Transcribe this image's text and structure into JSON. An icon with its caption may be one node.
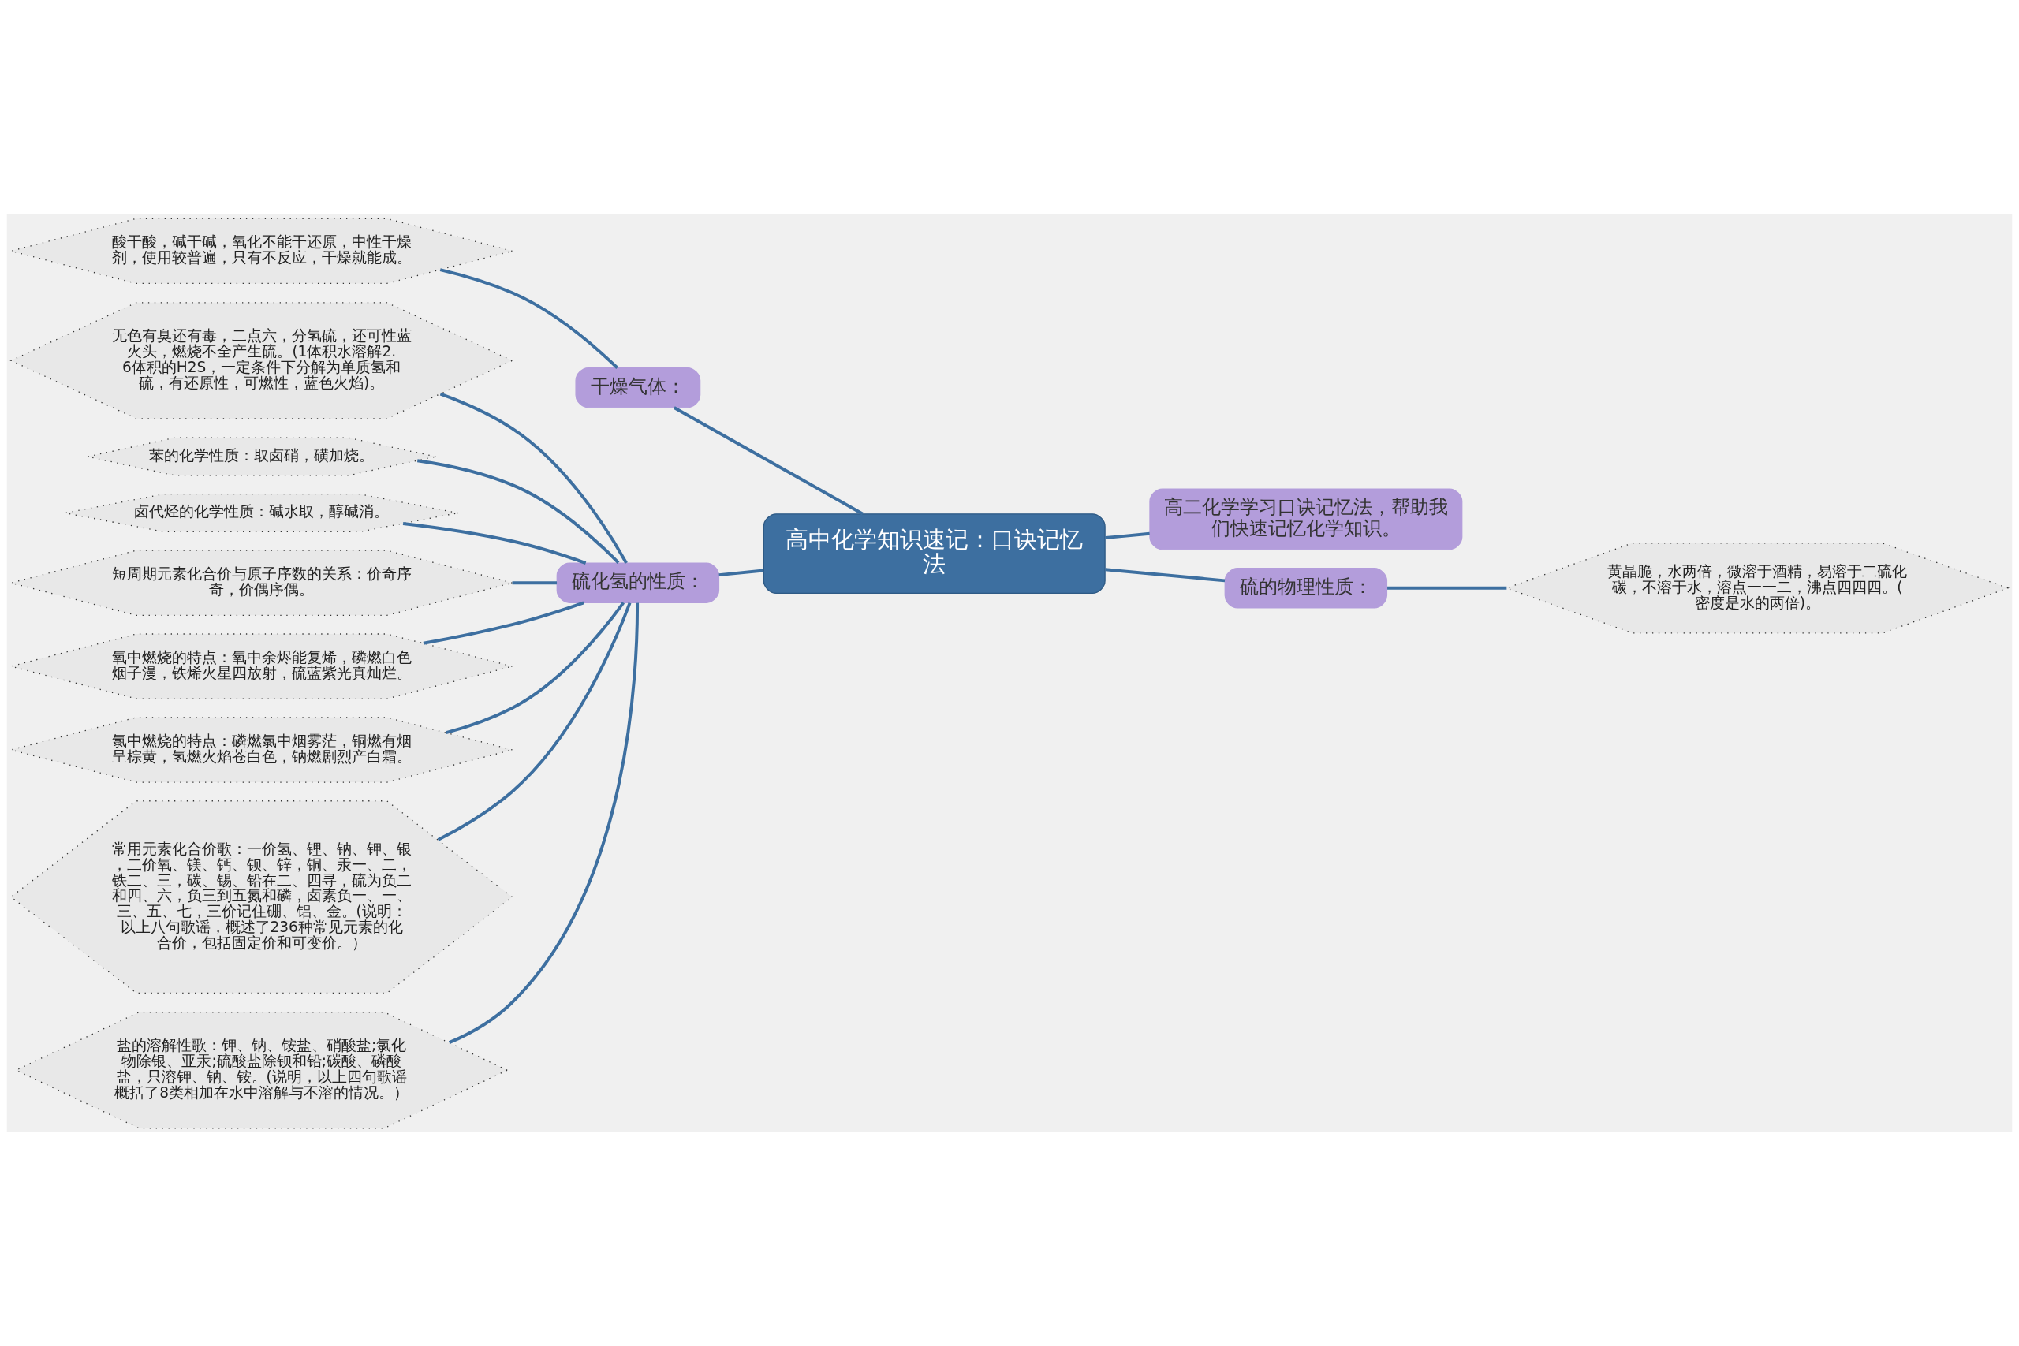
{
  "diagram": {
    "nodes": [
      {
        "text": [
          "高中化学知识速记：口诀记忆法"
        ]
      },
      {
        "text": [
          "干燥气体："
        ]
      },
      {
        "text": [
          "酸干酸，碱干碱，氧化不能干还原，中性干燥剂，使用较普遍，只有不反应，干燥就能成。"
        ]
      },
      {
        "text": [
          "硫化氢的性质："
        ]
      },
      {
        "text": [
          "无色有臭还有毒，二点六，分氢硫，还可性蓝火头，燃烧不全产生硫。(1体积水溶解2.6体积的H2S，一定条件下分解为单质氢和硫，有还原性，可燃性，蓝色火焰)。"
        ]
      },
      {
        "text": [
          "苯的化学性质：取卤硝，磺加烧。"
        ]
      },
      {
        "text": [
          "卤代烃的化学性质：碱水取，醇碱消。"
        ]
      },
      {
        "text": [
          "短周期元素化合价与原子序数的关系：价奇序奇，价偶序偶。"
        ]
      },
      {
        "text": [
          "氧中燃烧的特点：氧中余烬能复烯，磷燃白色烟子漫，铁烯火星四放射，硫蓝紫光真灿烂。"
        ]
      },
      {
        "text": [
          "氯中燃烧的特点：磷燃氯中烟雾茫，铜燃有烟呈棕黄，氢燃火焰苍白色，钠燃剧烈产白霜。"
        ]
      },
      {
        "text": [
          "常用元素化合价歌：一价氢、锂、钠、钾、银，二价氧、镁、钙、钡、锌，铜、汞一、二，铁二、三，碳、锡、铅在二、四寻，硫为负二和四、六，负三到五氮和磷，卤素负一、一、三、五、七，三价记住硼、铝、金。(说明：以上八句歌谣，概述了236种常见元素的化合价，包括固定价和可变价。）"
        ]
      },
      {
        "text": [
          "盐的溶解性歌：钾、钠、铵盐、硝酸盐;氯化物除银、亚汞;硫酸盐除钡和铅;碳酸、磷酸盐，只溶钾、钠、铵。(说明，以上四句歌谣概括了8类相加在水中溶解与不溶的情况。）"
        ]
      },
      {
        "text": [
          "高二化学学习口诀记忆法，帮助我们快速记忆化学知识。"
        ]
      },
      {
        "text": [
          "硫的物理性质："
        ]
      },
      {
        "text": [
          "黄晶脆，水两倍，微溶于酒精，易溶于二硫化碳，不溶于水，溶点一一二，沸点四四四。(密度是水的两倍)。"
        ]
      }
    ],
    "edges": [
      {
        "from": 0,
        "to": 1,
        "arrow": "none"
      },
      {
        "from": 1,
        "to": 2,
        "arrow": "none"
      },
      {
        "from": 0,
        "to": 3,
        "arrow": "none"
      },
      {
        "from": 3,
        "to": 4,
        "arrow": "none"
      },
      {
        "from": 3,
        "to": 5,
        "arrow": "none"
      },
      {
        "from": 3,
        "to": 6,
        "arrow": "none"
      },
      {
        "from": 3,
        "to": 7,
        "arrow": "none"
      },
      {
        "from": 3,
        "to": 8,
        "arrow": "none"
      },
      {
        "from": 3,
        "to": 9,
        "arrow": "none"
      },
      {
        "from": 3,
        "to": 10,
        "arrow": "none"
      },
      {
        "from": 3,
        "to": 11,
        "arrow": "none"
      },
      {
        "from": 0,
        "to": 12,
        "arrow": "none"
      },
      {
        "from": 0,
        "to": 13,
        "arrow": "none"
      },
      {
        "from": 13,
        "to": 14,
        "arrow": "none"
      }
    ]
  }
}
